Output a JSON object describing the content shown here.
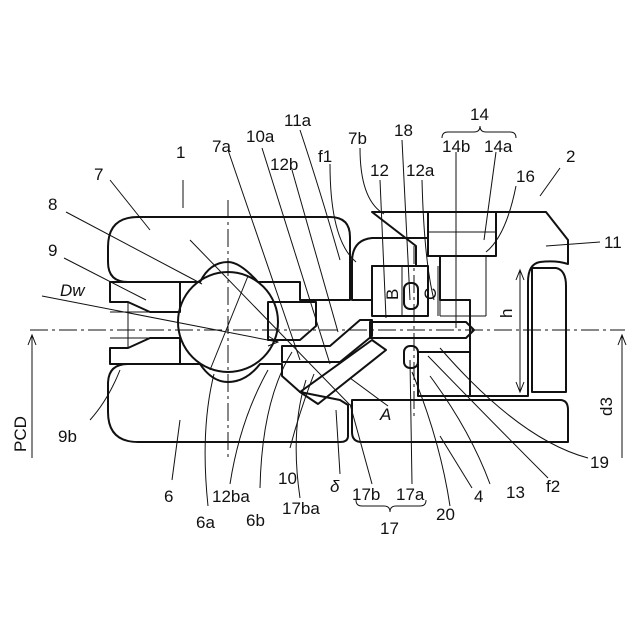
{
  "labels": {
    "n1": "1",
    "n2": "2",
    "n4": "4",
    "n6": "6",
    "n6a": "6a",
    "n6b": "6b",
    "n7": "7",
    "n7a": "7a",
    "n7b": "7b",
    "n8": "8",
    "n9": "9",
    "n9b": "9b",
    "n10": "10",
    "n10a": "10a",
    "n11": "11",
    "n11a": "11a",
    "n12": "12",
    "n12a": "12a",
    "n12b": "12b",
    "n12ba": "12ba",
    "n13": "13",
    "n14": "14",
    "n14a": "14a",
    "n14b": "14b",
    "n16": "16",
    "n17": "17",
    "n17a": "17a",
    "n17b": "17b",
    "n17ba": "17ba",
    "n18": "18",
    "n19": "19",
    "n20": "20",
    "f1": "f1",
    "f2": "f2",
    "dw": "Dw",
    "pcd": "PCD",
    "d3": "d3",
    "h": "h",
    "A": "A",
    "B": "B",
    "C": "C",
    "delta": "δ"
  }
}
